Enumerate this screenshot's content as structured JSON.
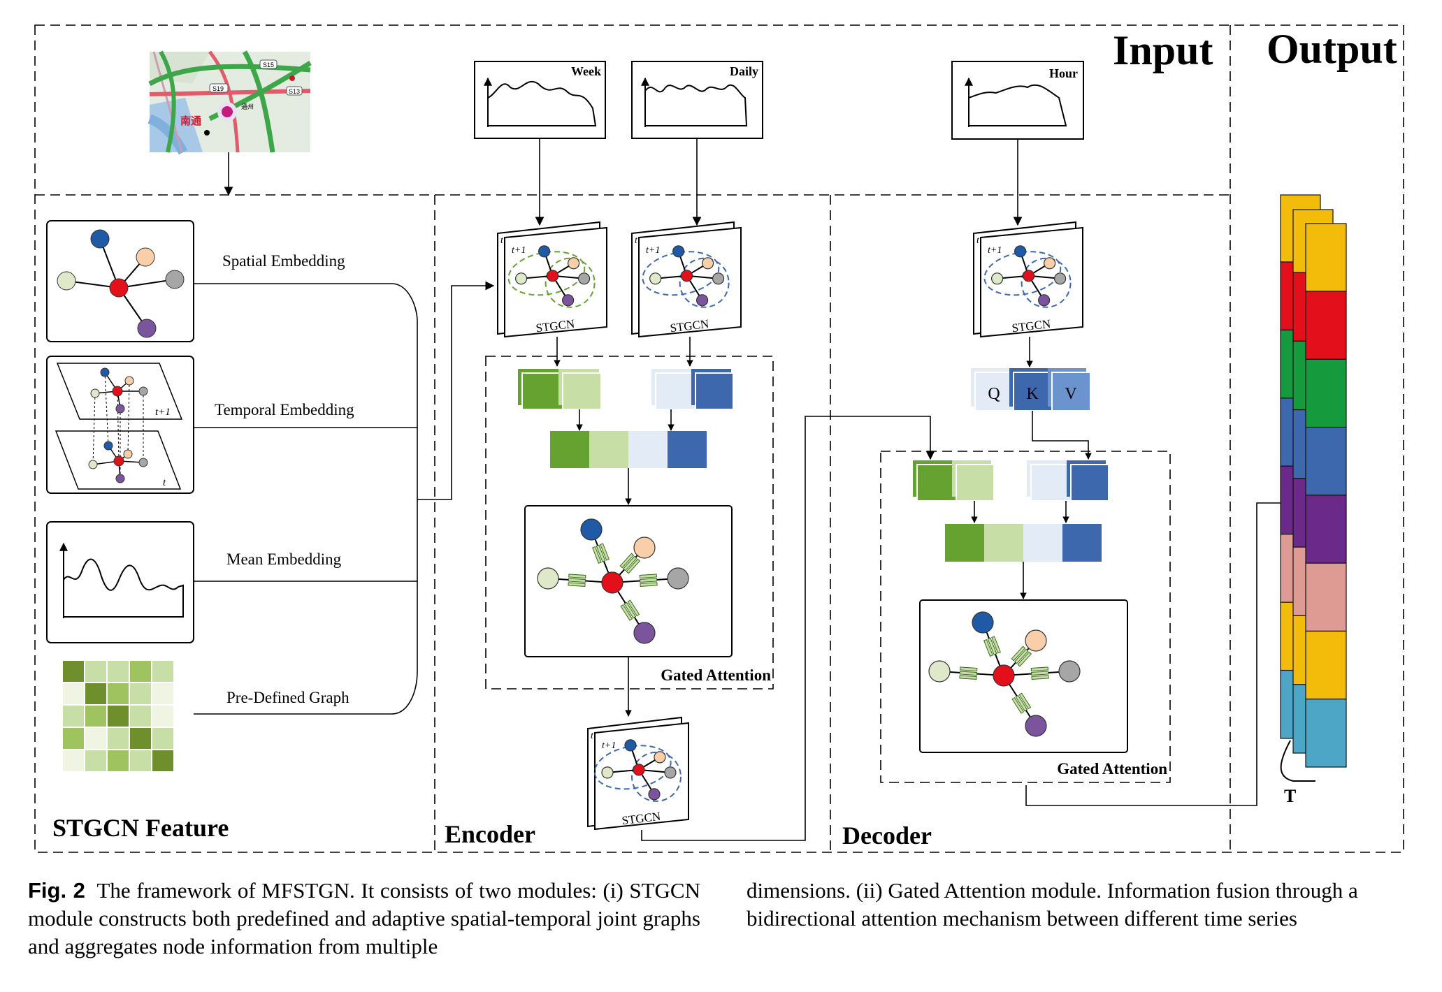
{
  "sections": {
    "input": "Input",
    "output": "Output",
    "stgcn_feature": "STGCN Feature",
    "encoder": "Encoder",
    "decoder": "Decoder"
  },
  "embeddings": {
    "spatial": "Spatial Embedding",
    "temporal": "Temporal Embedding",
    "mean": "Mean Embedding",
    "graph": "Pre-Defined Graph"
  },
  "series": {
    "week": "Week",
    "daily": "Daily",
    "hour": "Hour"
  },
  "stgcn_label": "STGCN",
  "time_labels": {
    "t": "t",
    "t_plus_1": "t+1"
  },
  "qkv": {
    "q": "Q",
    "k": "K",
    "v": "V"
  },
  "gated_attention": "Gated Attention",
  "output_axis": "T",
  "map_labels": {
    "city": "南通",
    "road1": "S19",
    "road2": "S15",
    "road3": "S13",
    "district": "通州"
  },
  "caption": {
    "fig_label": "Fig. 2",
    "left_text": "The framework of MFSTGN. It consists of two modules: (i) STGCN module constructs both predefined and adaptive spatial-temporal joint graphs and aggregates node information from multiple",
    "right_text": "dimensions. (ii) Gated Attention module. Information fusion through a bidirectional attention mechanism between different time series"
  },
  "colors": {
    "green_dark": "#65a22f",
    "green_light": "#c7dfa7",
    "blue_dark": "#3e68ae",
    "blue_mid": "#6b94cf",
    "blue_light": "#e3ebf7",
    "node_red": "#e3101b",
    "node_blue": "#1f5aa6",
    "node_orange": "#f8cfa8",
    "node_gray": "#a6a6a6",
    "node_green": "#dfe8c8",
    "node_purple": "#7a549c",
    "out_yellow": "#f3bb0a",
    "out_red": "#e3101b",
    "out_green": "#159a3e",
    "out_blue": "#3e68ae",
    "out_purple": "#6b2a8a",
    "out_pink": "#dd9b94",
    "out_teal": "#4ea6c6"
  }
}
